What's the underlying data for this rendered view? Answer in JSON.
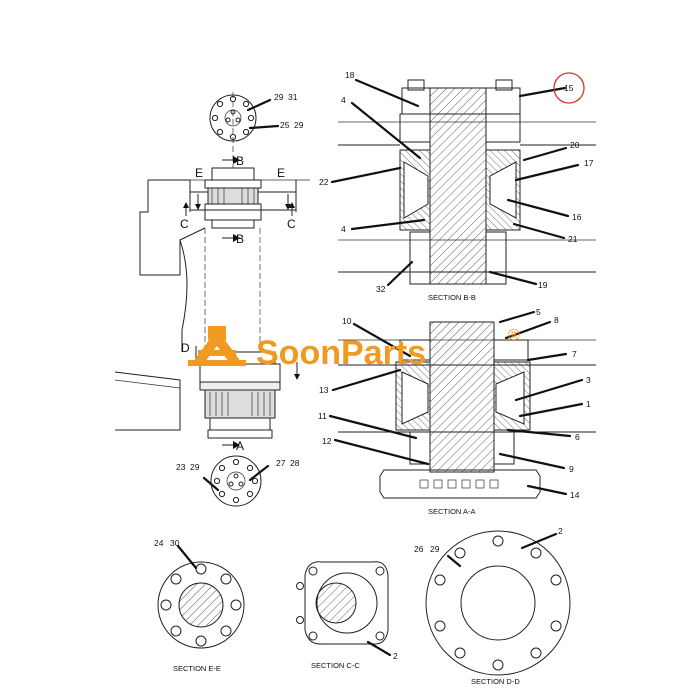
{
  "watermark": {
    "brand": "SoonParts",
    "registered": "®",
    "color": "#f29a1f"
  },
  "highlight_color": "#d9342b",
  "callouts": {
    "c1": "29",
    "c2": "31",
    "c3": "25",
    "c4": "29",
    "c5": "18",
    "c6": "4",
    "c7": "15",
    "c8": "20",
    "c9": "17",
    "c10": "22",
    "c11": "16",
    "c12": "4",
    "c13": "21",
    "c14": "32",
    "c15": "19",
    "c16": "10",
    "c17": "5",
    "c18": "8",
    "c19": "7",
    "c20": "13",
    "c21": "3",
    "c22": "1",
    "c23": "11",
    "c24": "6",
    "c25": "12",
    "c26": "9",
    "c27": "14",
    "c28": "23",
    "c29": "29",
    "c30": "27",
    "c31": "28",
    "c32": "24",
    "c33": "30",
    "c34": "26",
    "c35": "29",
    "c36": "2",
    "c37": "2"
  },
  "cut_letters": {
    "b_top": "B",
    "b_bot": "B",
    "e_left": "E",
    "e_right": "E",
    "c_left": "C",
    "c_right": "C",
    "d_left": "D",
    "a_bot": "A"
  },
  "sections": {
    "bb": "SECTION B-B",
    "aa": "SECTION A-A",
    "ee": "SECTION E-E",
    "cc": "SECTION C-C",
    "dd": "SECTION D-D"
  }
}
